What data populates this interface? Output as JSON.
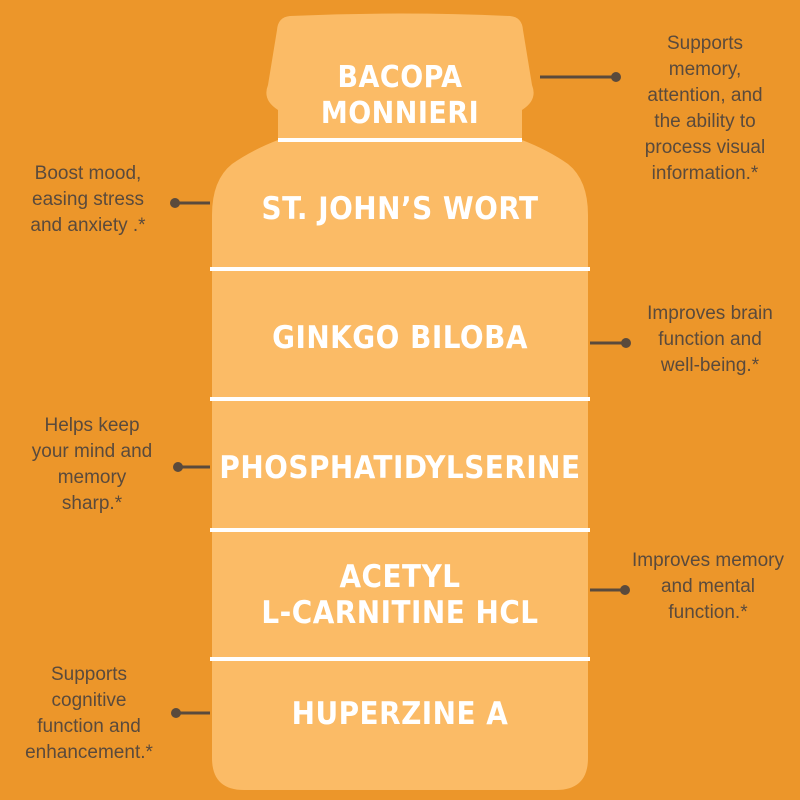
{
  "colors": {
    "background": "#ec962a",
    "bottle": "#fbbb66",
    "divider": "#ffffff",
    "label_text": "#ffffff",
    "note_text": "#5a4a3c",
    "connector": "#5a4a3c"
  },
  "ingredients": [
    {
      "name": [
        "BACOPA MONNIERI"
      ],
      "note": [
        "Supports",
        "memory,",
        "attention, and",
        "the ability to",
        "process visual",
        "information.*"
      ]
    },
    {
      "name": [
        "ST. JOHN’S WORT"
      ],
      "note": [
        "Boost mood,",
        "easing stress",
        "and anxiety .*"
      ]
    },
    {
      "name": [
        "GINKGO BILOBA"
      ],
      "note": [
        "Improves brain",
        "function and",
        "well-being.*"
      ]
    },
    {
      "name": [
        "PHOSPHATIDYLSERINE"
      ],
      "note": [
        "Helps keep",
        "your mind and",
        "memory",
        "sharp.*"
      ]
    },
    {
      "name": [
        "ACETYL",
        "L-CARNITINE HCL"
      ],
      "note": [
        "Improves memory",
        "and mental",
        "function.*"
      ]
    },
    {
      "name": [
        "HUPERZINE A"
      ],
      "note": [
        "Supports",
        "cognitive",
        "function and",
        "enhancement.*"
      ]
    }
  ]
}
